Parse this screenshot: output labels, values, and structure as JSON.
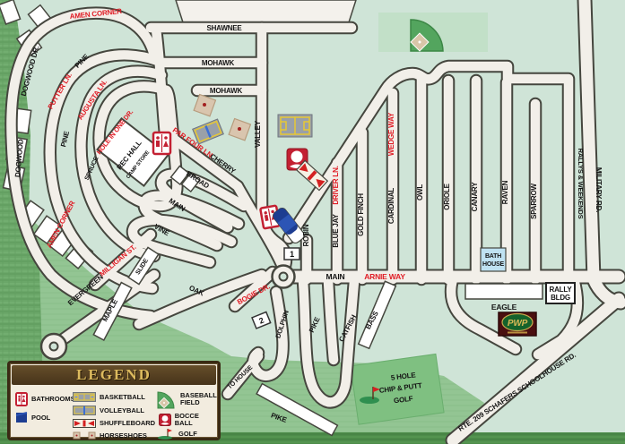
{
  "colors": {
    "background_green": "#cfe4d7",
    "medium_green": "#93c593",
    "woods_green": "#6ba769",
    "road_fill": "#f2efe9",
    "road_casing": "#45463e",
    "label_black": "#151515",
    "label_red": "#e01b24",
    "pool_blue": "#1d3d91",
    "bath_house_blue": "#bfe2f2",
    "legend_brown": "#46331a",
    "legend_gold": "#dcba5e",
    "icon_red": "#c32032"
  },
  "labels": {
    "amen_corner_top": "AMEN CORNER",
    "amen_corner_bottom": "AMEN CORNER",
    "shawnee": "SHAWNEE",
    "mohawk_upper": "MOHAWK",
    "mohawk_lower": "MOHAWK",
    "dogwood_dr": "DOGWOOD DR.",
    "dogwood": "DOGWOOD",
    "putter_ln": "PUTTER LN.",
    "pine_upper": "PINE",
    "pine_lower": "PINE",
    "augusta_ln": "AUGUSTA LN.",
    "hole_in_one_dr": "HOLE IN ONE DR.",
    "spruce": "SPRUCE",
    "par_four_ln": "PAR FOUR LN.",
    "cherry": "CHERRY",
    "valley": "VALLEY",
    "broad": "BROAD",
    "main_loop": "MAIN",
    "vine": "VINE",
    "milligan_st": "MILLIGAN ST.",
    "evergreen": "EVERGREEN",
    "maple": "MAPLE",
    "slide": "SLIDE",
    "oak": "OAK",
    "bogie_dr": "BOGIE DR.",
    "robin": "ROBIN",
    "driver_ln": "DRIVER LN.",
    "blue_jay": "BLUE JAY",
    "gold_finch": "GOLD FINCH",
    "wedge_way": "WEDGE WAY",
    "cardinal": "CARDINAL",
    "owl": "OWL",
    "oriole": "ORIOLE",
    "canary": "CANARY",
    "raven": "RAVEN",
    "sparrow": "SPARROW",
    "rallys_weekends": "RALLYS & WEEKENDS",
    "military_rd": "MILITARY RD.",
    "main": "MAIN",
    "arnie_way": "ARNIE WAY",
    "eagle": "EAGLE",
    "dolphin": "DOLPHIN",
    "pike_loop": "PIKE",
    "catfish": "CATFISH",
    "bass": "BASS",
    "to_house": "TO HOUSE",
    "pike_lower": "PIKE",
    "rte_209": "RTE. 209    SCHAFERS SCHOOLHOUSE RD."
  },
  "buildings": {
    "rec_hall": "REC HALL",
    "camp_store": "CAMP STORE",
    "bath_house_1": "BATH",
    "bath_house_2": "HOUSE",
    "rally_bldg_1": "RALLY",
    "rally_bldg_2": "BLDG",
    "pwp": "PWP"
  },
  "markers": {
    "site_1": "1",
    "site_2": "2"
  },
  "golf_course": {
    "line_1": "5 HOLE",
    "line_2": "CHIP & PUTT",
    "line_3": "GOLF"
  },
  "legend": {
    "title": "LEGEND",
    "items": [
      {
        "icon": "bathrooms-icon",
        "label": "BATHROOMS"
      },
      {
        "icon": "pool-icon",
        "label": "POOL"
      },
      {
        "icon": "basketball-icon",
        "label": "BASKETBALL"
      },
      {
        "icon": "volleyball-icon",
        "label": "VOLLEYBALL"
      },
      {
        "icon": "shuffleboard-icon",
        "label": "SHUFFLEBOARD"
      },
      {
        "icon": "horseshoes-icon",
        "label": "HORSESHOES"
      },
      {
        "icon": "baseball-field-icon",
        "label": "BASEBALL FIELD"
      },
      {
        "icon": "bocce-ball-icon",
        "label": "BOCCE BALL"
      },
      {
        "icon": "golf-icon",
        "label": "GOLF"
      }
    ]
  }
}
